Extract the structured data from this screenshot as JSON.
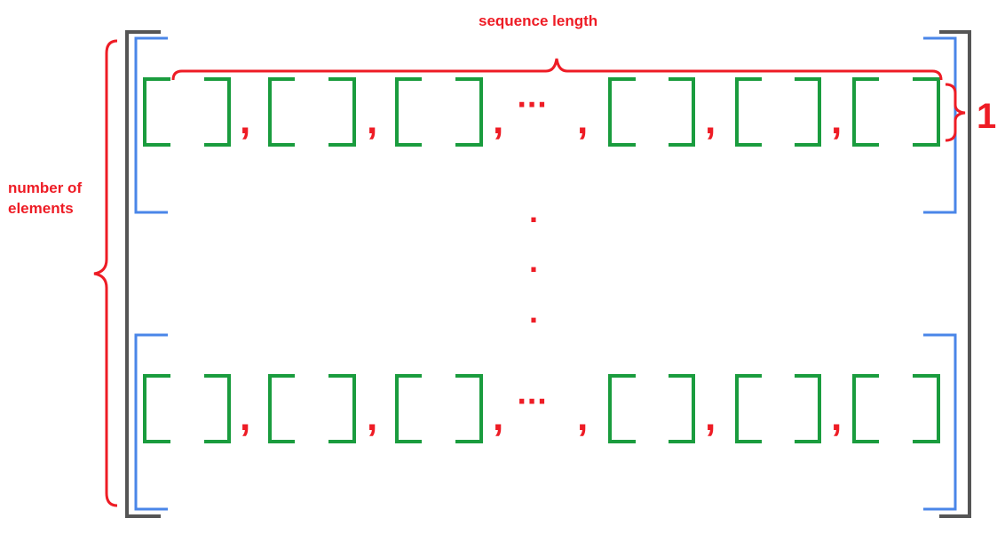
{
  "labels": {
    "sequence_length": "sequence length",
    "number_of_elements": "number of elements",
    "depth_one": "1"
  },
  "row_separators": [
    ",",
    ",",
    ",",
    ",",
    ",",
    ","
  ],
  "ellipsis": "···",
  "vertical_dots": [
    ".",
    ".",
    "."
  ],
  "colors": {
    "outer_bracket": "#555555",
    "row_bracket": "#4a86e8",
    "element_bracket": "#1a9c3e",
    "annotation": "#ee1c25"
  }
}
